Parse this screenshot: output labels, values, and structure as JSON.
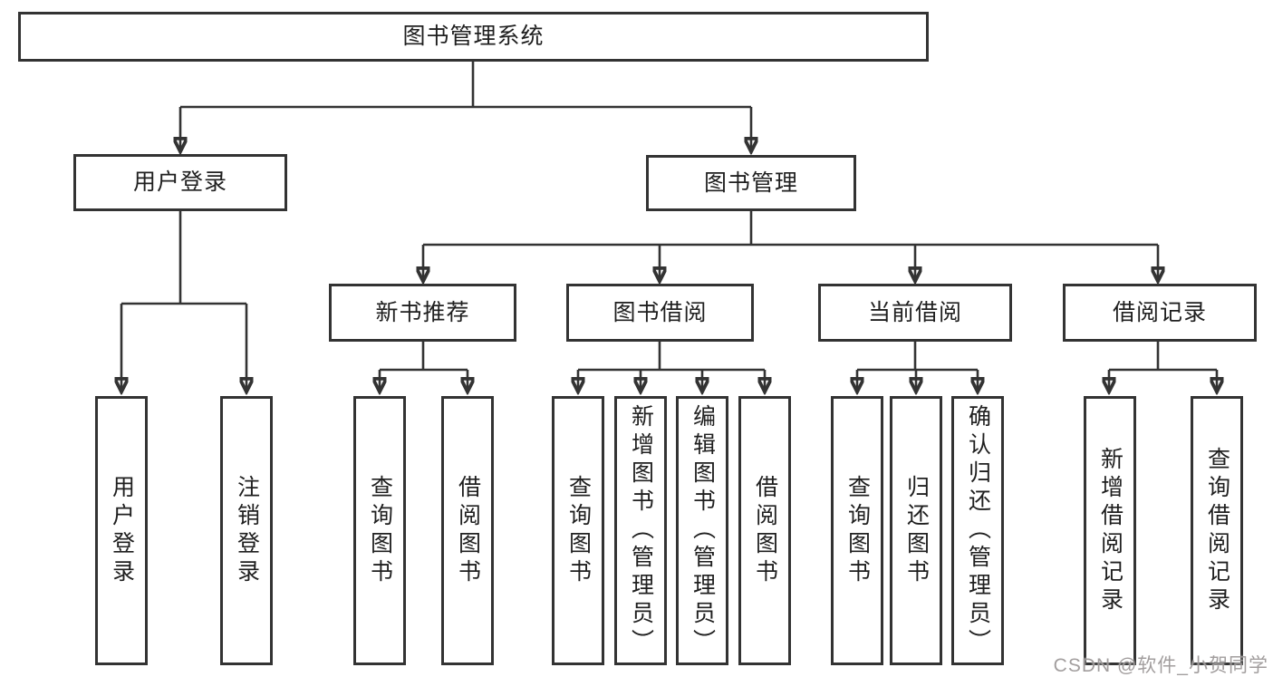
{
  "diagram": {
    "root": {
      "label": "图书管理系统"
    },
    "branches": [
      {
        "label": "用户登录",
        "children": [
          {
            "label": "用户登录"
          },
          {
            "label": "注销登录"
          }
        ]
      },
      {
        "label": "图书管理",
        "sections": [
          {
            "label": "新书推荐",
            "children": [
              {
                "label": "查询图书"
              },
              {
                "label": "借阅图书"
              }
            ]
          },
          {
            "label": "图书借阅",
            "children": [
              {
                "label": "查询图书"
              },
              {
                "label": "新增图书（管理员）"
              },
              {
                "label": "编辑图书（管理员）"
              },
              {
                "label": "借阅图书"
              }
            ]
          },
          {
            "label": "当前借阅",
            "children": [
              {
                "label": "查询图书"
              },
              {
                "label": "归还图书"
              },
              {
                "label": "确认归还（管理员）"
              }
            ]
          },
          {
            "label": "借阅记录",
            "children": [
              {
                "label": "新增借阅记录"
              },
              {
                "label": "查询借阅记录"
              }
            ]
          }
        ]
      }
    ]
  },
  "watermark": {
    "text": "CSDN @软件_小贺同学"
  },
  "colors": {
    "background": "#ffffff",
    "line": "#333333",
    "box_border": "#333333",
    "box_fill": "#ffffff",
    "text": "#1f1f1f",
    "watermark": "#9a9696"
  }
}
